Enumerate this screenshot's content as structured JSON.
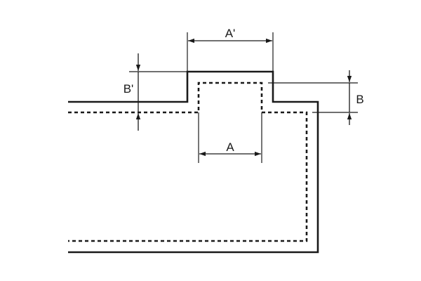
{
  "labels": {
    "a": "A",
    "a_prime": "A'",
    "b": "B",
    "b_prime": "B'"
  },
  "colors": {
    "line": "#1a1a1a",
    "background": "#ffffff"
  }
}
